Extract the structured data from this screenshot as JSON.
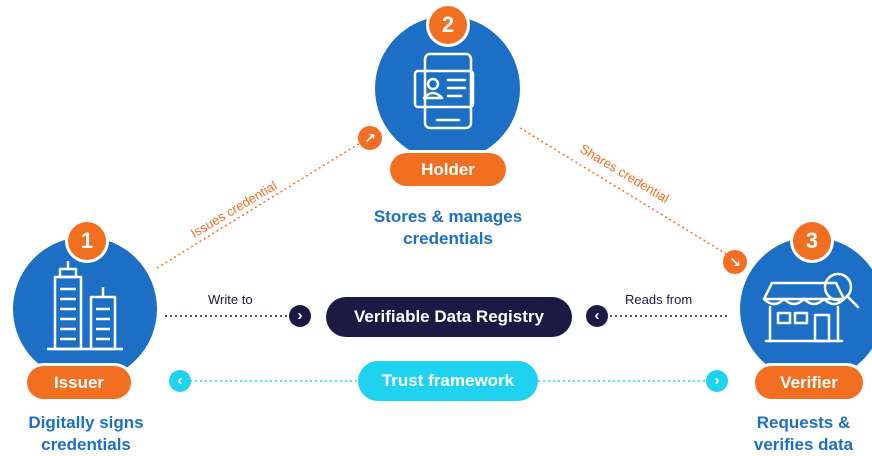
{
  "nodes": {
    "holder": {
      "number": "2",
      "role": "Holder",
      "caption_line1": "Stores & manages",
      "caption_line2": "credentials"
    },
    "issuer": {
      "number": "1",
      "role": "Issuer",
      "caption_line1": "Digitally signs",
      "caption_line2": "credentials"
    },
    "verifier": {
      "number": "3",
      "role": "Verifier",
      "caption_line1": "Requests &",
      "caption_line2": "verifies data"
    }
  },
  "edges": {
    "issues": "Issues credential",
    "shares": "Shares credential",
    "write_to": "Write to",
    "reads_from": "Reads from"
  },
  "registry": {
    "label": "Verifiable Data Registry"
  },
  "trust": {
    "label": "Trust framework"
  },
  "colors": {
    "blue": "#1c6fc4",
    "orange": "#f26f21",
    "navy": "#1c1a44",
    "cyan": "#1fd3f0"
  },
  "icons": {
    "holder": "phone-id-card-icon",
    "issuer": "office-buildings-icon",
    "verifier": "storefront-search-icon"
  }
}
